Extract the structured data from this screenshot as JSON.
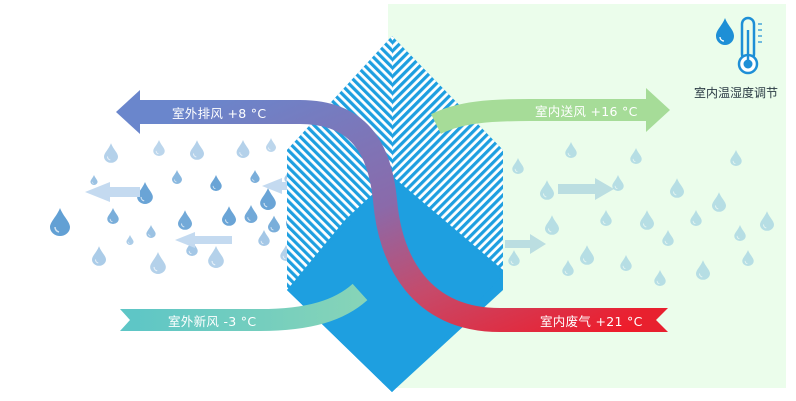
{
  "diagram": {
    "title_icon": {
      "name": "humidity-thermometer-icon",
      "caption": "室内温湿度调节"
    },
    "flows": {
      "exhaust_outdoor": {
        "label": "室外排风 +8 °C",
        "color_start": "#6a86cc",
        "direction": "left"
      },
      "supply_indoor": {
        "label": "室内送风 +16 °C",
        "color": "#a6dc98",
        "direction": "right"
      },
      "fresh_outdoor": {
        "label": "室外新风 -3 °C",
        "color": "#6ccbc2",
        "direction": "right"
      },
      "waste_indoor": {
        "label": "室内废气 +21 °C",
        "color": "#e8202e",
        "direction": "left"
      }
    },
    "colors": {
      "exchanger_core": "#1e9fe0",
      "indoor_panel": "#ebfdeb",
      "droplet": "#4f93cc"
    }
  }
}
